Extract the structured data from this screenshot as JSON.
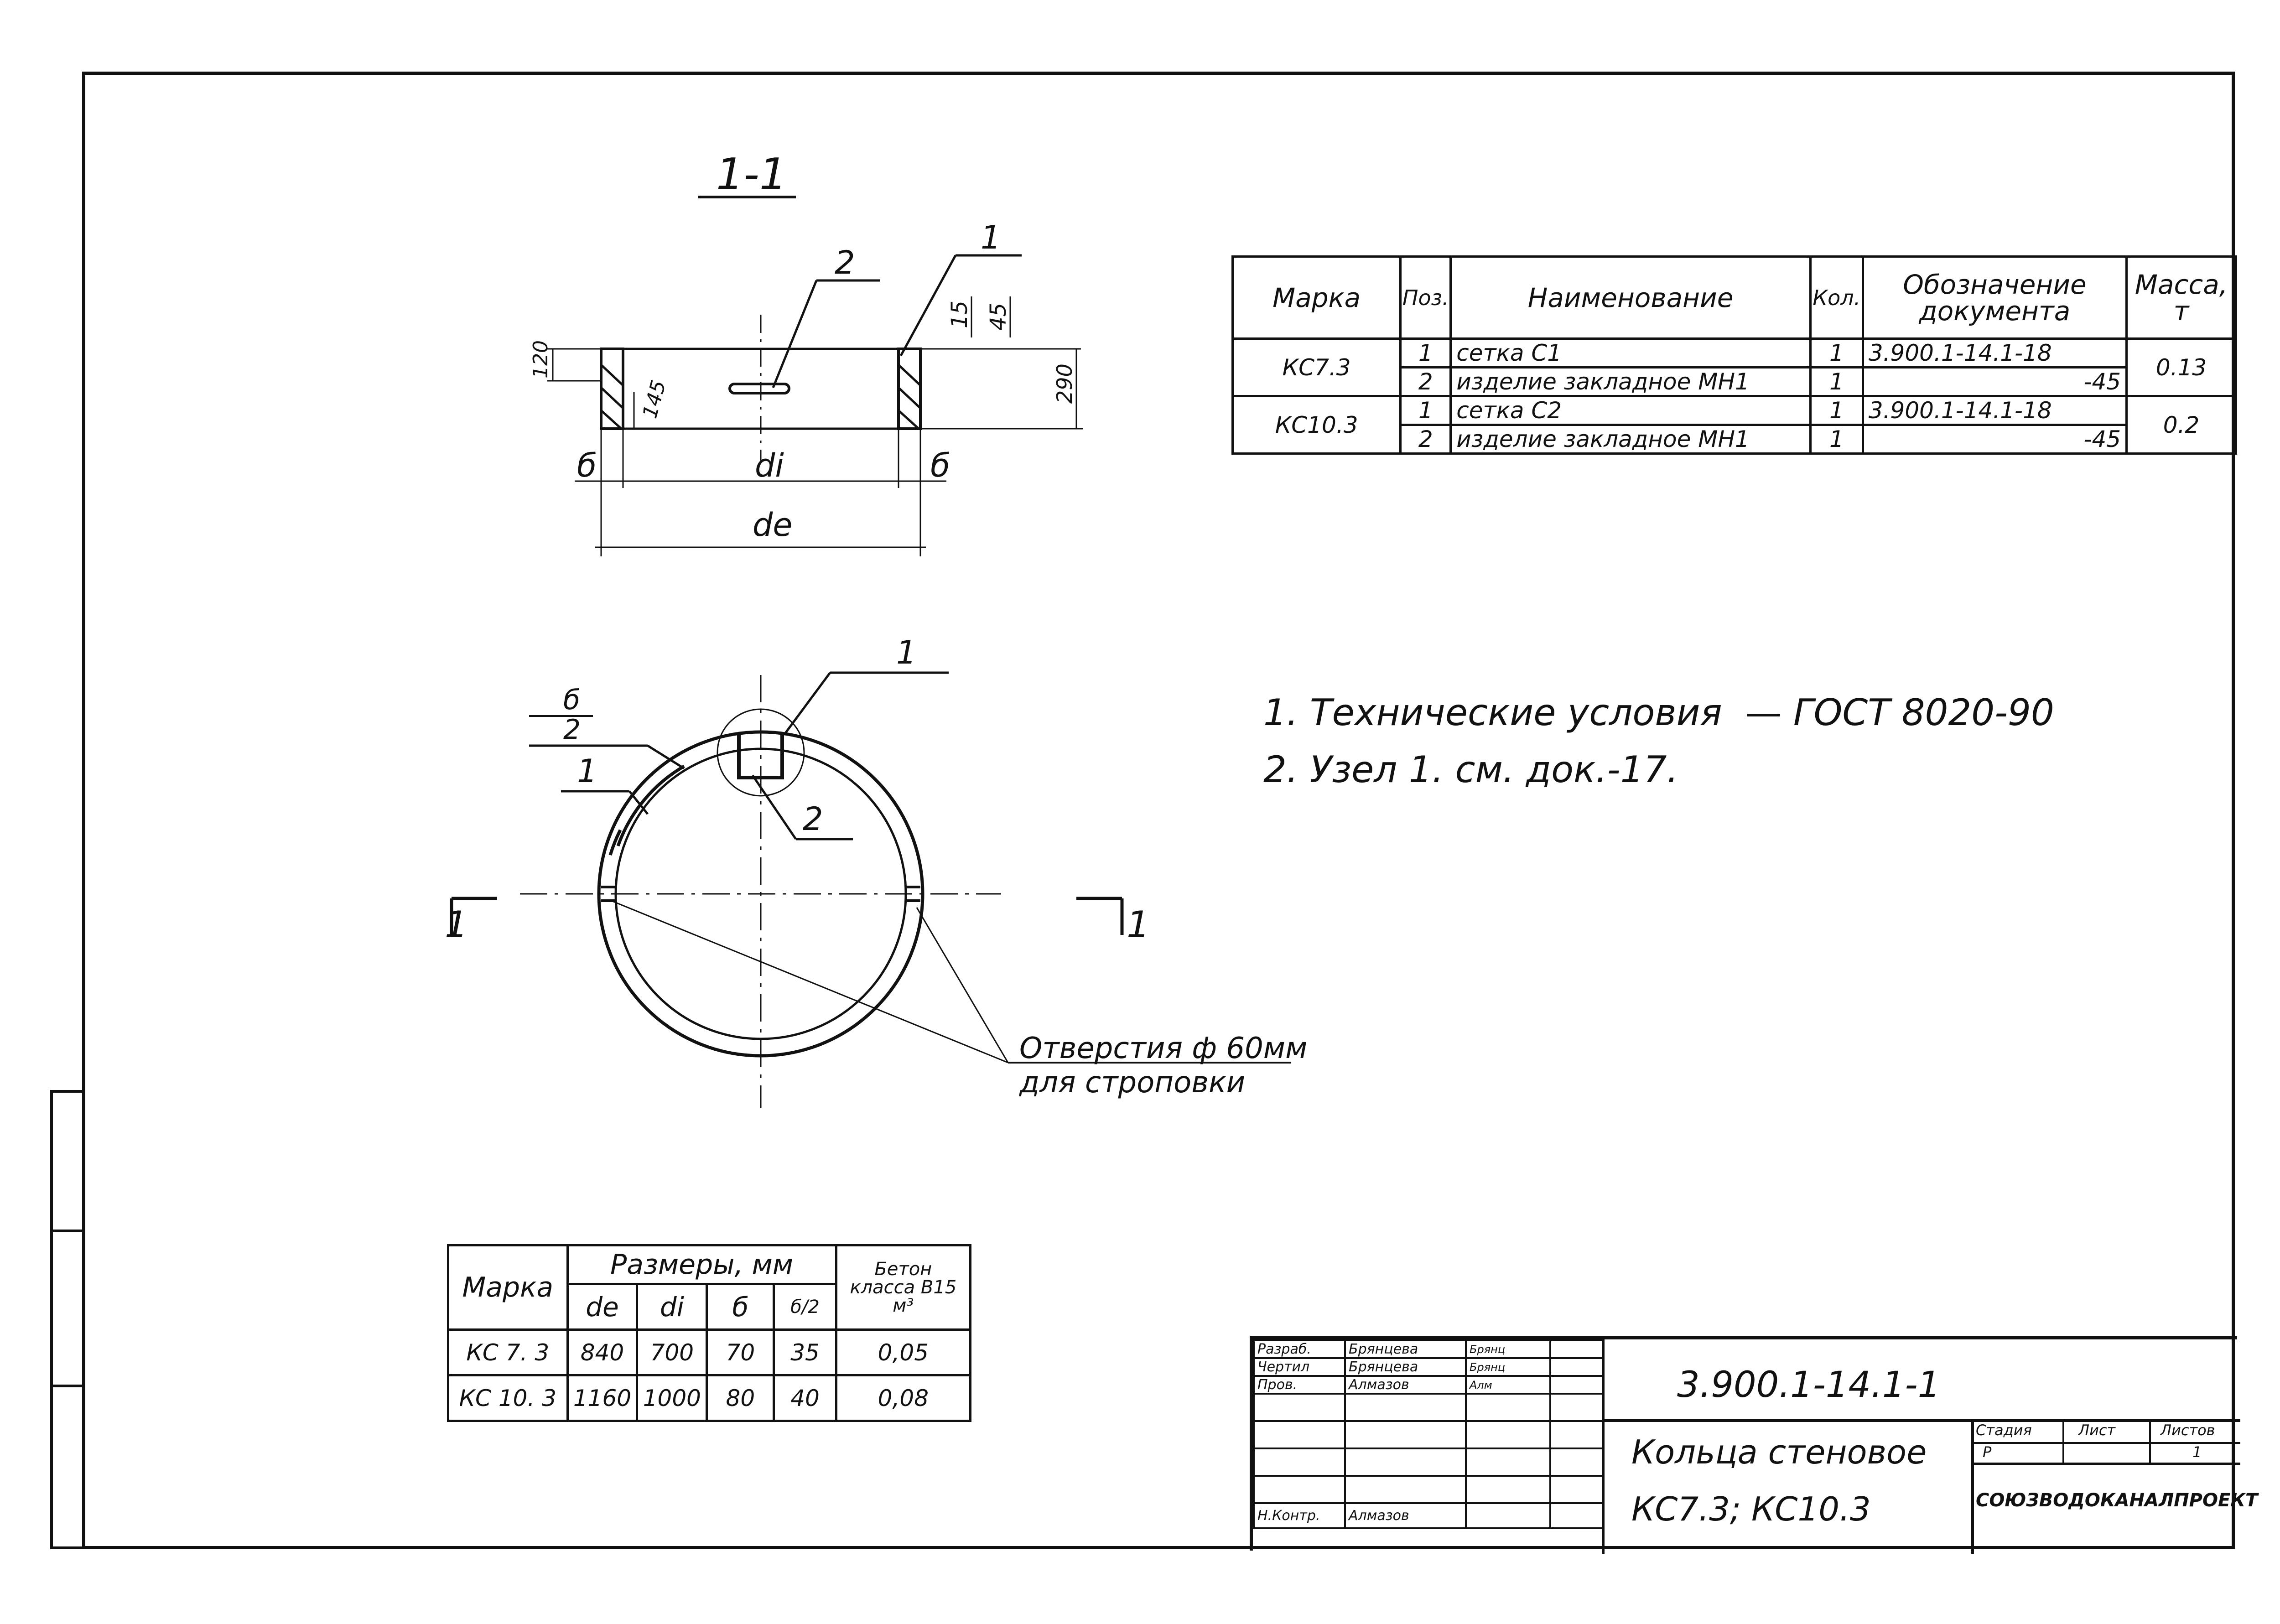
{
  "section_label": "1-1",
  "drawing": {
    "callouts": {
      "pos1": "1",
      "pos2": "2",
      "b_over_2_num": "б",
      "b_over_2_den": "2"
    },
    "section_dims": {
      "d_15": "15",
      "d_45": "45",
      "d_120": "120",
      "d_145": "145",
      "d_290": "290",
      "b_left": "б",
      "b_right": "б",
      "di": "di",
      "de": "de"
    },
    "cut_marks": {
      "left": "1",
      "right": "1"
    },
    "holes_note_line1": "Отверстия ф 60мм",
    "holes_note_line2": "для строповки"
  },
  "spec_table": {
    "headers": {
      "mark": "Марка",
      "pos": "Поз.",
      "name": "Наименование",
      "qty": "Кол.",
      "doc": [
        "Обозначение",
        "документа"
      ],
      "mass": [
        "Масса,",
        "т"
      ]
    },
    "groups": [
      {
        "mark": "КС7.3",
        "mass": "0.13",
        "rows": [
          {
            "pos": "1",
            "name": "сетка С1",
            "qty": "1",
            "doc": "3.900.1-14.1-18"
          },
          {
            "pos": "2",
            "name": "изделие закладное МН1",
            "qty": "1",
            "doc": "-45"
          }
        ]
      },
      {
        "mark": "КС10.3",
        "mass": "0.2",
        "rows": [
          {
            "pos": "1",
            "name": "сетка С2",
            "qty": "1",
            "doc": "3.900.1-14.1-18"
          },
          {
            "pos": "2",
            "name": "изделие закладное МН1",
            "qty": "1",
            "doc": "-45"
          }
        ]
      }
    ]
  },
  "notes": [
    "1. Технические условия  — ГОСТ 8020-90",
    "2. Узел 1. см. док.-17."
  ],
  "dim_table": {
    "headers": {
      "mark": "Марка",
      "dims": "Размеры, мм",
      "de": "de",
      "di": "di",
      "b": "б",
      "b2": "б/2",
      "concrete": [
        "Бетон",
        "класса В15",
        "м³"
      ]
    },
    "rows": [
      {
        "mark": "КС 7. 3",
        "de": "840",
        "di": "700",
        "b": "70",
        "b2": "35",
        "concrete": "0,05"
      },
      {
        "mark": "КС 10. 3",
        "de": "1160",
        "di": "1000",
        "b": "80",
        "b2": "40",
        "concrete": "0,08"
      }
    ]
  },
  "title_block": {
    "roles": [
      {
        "role": "Разраб.",
        "name": "Брянцева",
        "sign": "Брянц"
      },
      {
        "role": "Чертил",
        "name": "Брянцева",
        "sign": "Брянц"
      },
      {
        "role": "Пров.",
        "name": "Алмазов",
        "sign": "Алм"
      },
      {
        "role": "",
        "name": "",
        "sign": ""
      },
      {
        "role": "",
        "name": "",
        "sign": ""
      },
      {
        "role": "",
        "name": "",
        "sign": ""
      },
      {
        "role": "",
        "name": "",
        "sign": ""
      },
      {
        "role": "Н.Контр.",
        "name": "Алмазов",
        "sign": ""
      }
    ],
    "doc_code": "3.900.1-14.1-1",
    "title_line1": "Кольца стеновое",
    "title_line2": "КС7.3;  КС10.3",
    "stage_label": "Стадия",
    "sheet_label": "Лист",
    "sheets_label": "Листов",
    "stage": "Р",
    "sheet": "",
    "sheets": "1",
    "org": "СОЮЗВОДОКАНАЛПРОЕКТ"
  }
}
